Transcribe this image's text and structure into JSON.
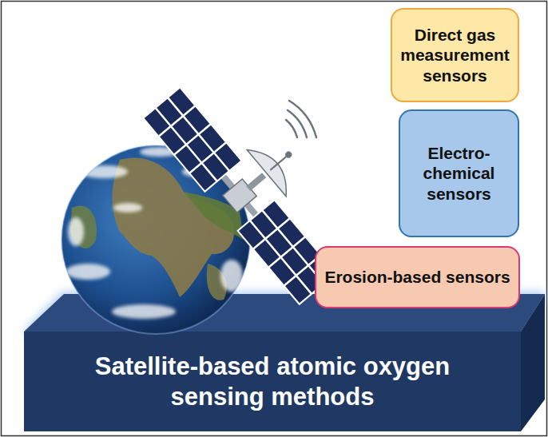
{
  "diagram": {
    "nodes": [
      {
        "text": [
          "Direct gas measurement sensors"
        ]
      },
      {
        "text": [
          "Electro- chemical sensors"
        ]
      },
      {
        "text": [
          "Erosion-based sensors"
        ]
      },
      {
        "text": [
          "Satellite-based atomic oxygen sensing methods"
        ]
      }
    ]
  }
}
